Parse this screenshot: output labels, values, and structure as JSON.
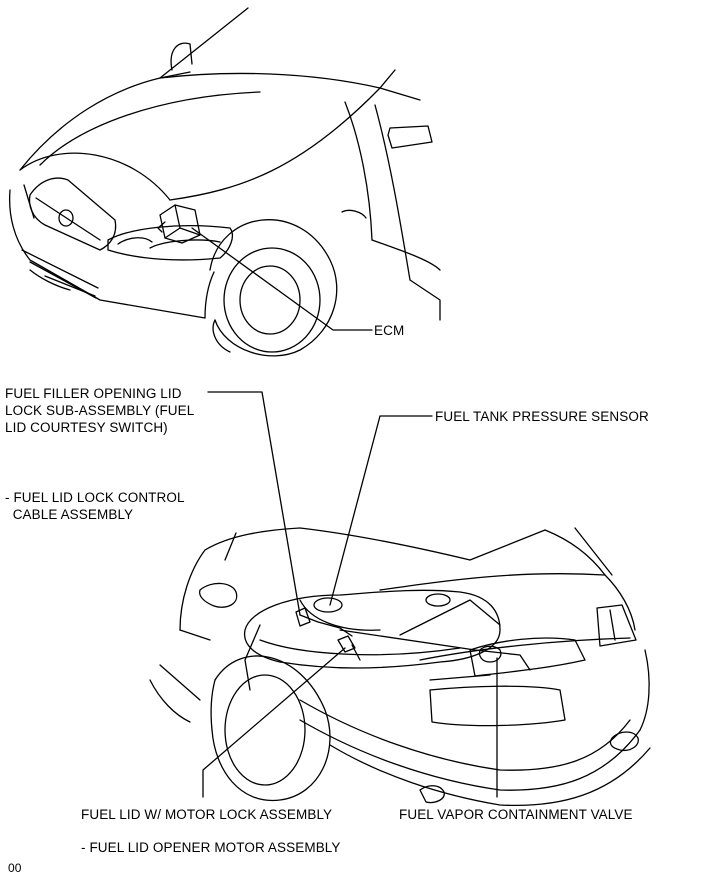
{
  "labels": {
    "ecm": "ECM",
    "fuel_filler_lock": "FUEL FILLER OPENING LID\nLOCK SUB-ASSEMBLY (FUEL\nLID COURTESY SWITCH)",
    "fuel_tank_pressure_sensor": "FUEL TANK PRESSURE SENSOR",
    "fuel_lid_lock_cable": "- FUEL LID LOCK CONTROL\n  CABLE ASSEMBLY",
    "fuel_lid_motor_lock": "FUEL LID W/ MOTOR LOCK ASSEMBLY",
    "fuel_vapor_valve": "FUEL VAPOR CONTAINMENT VALVE",
    "fuel_lid_opener_motor": "- FUEL LID OPENER MOTOR ASSEMBLY",
    "page_code": "00"
  }
}
